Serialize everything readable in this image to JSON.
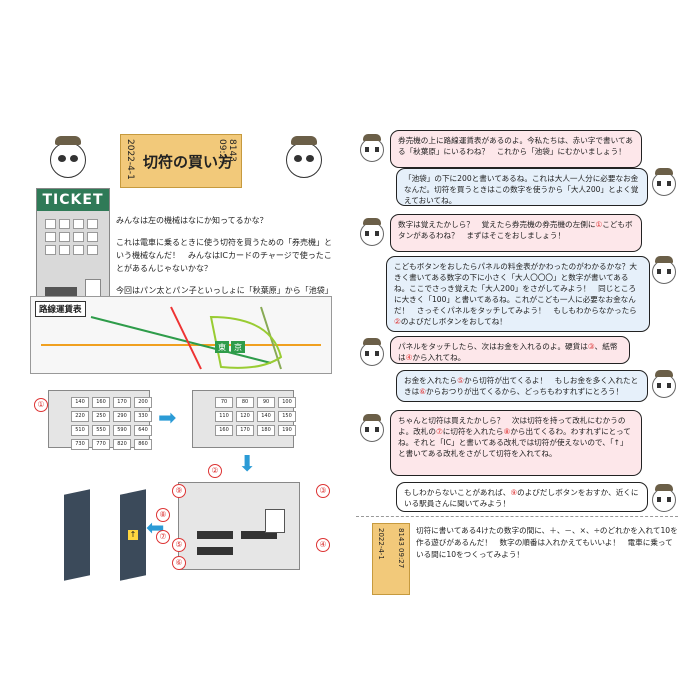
{
  "left": {
    "header": {
      "date": "2022-4-1",
      "title": "切符の買い方",
      "number": "8143 09:27"
    },
    "machine_label": "TICKET",
    "intro": [
      "みんなは左の機械はなにか知ってるかな？",
      "これは電車に乗るときに使う切符を買うための「券売機」という機械なんだ！　みんなはICカードのチャージで使ったことがあるんじゃないかな？",
      "今回はパン太とパン子といっしょに「秋葉原」から「池袋」にむかう切符を買ってみよう！"
    ],
    "map": {
      "title": "路線運賃表",
      "stations": [
        "東",
        "京"
      ]
    },
    "panel_a": [
      "140",
      "160",
      "170",
      "200",
      "220",
      "250",
      "290",
      "330",
      "510",
      "550",
      "590",
      "640",
      "730",
      "770",
      "820",
      "860"
    ],
    "panel_b": [
      "70",
      "80",
      "90",
      "100",
      "110",
      "120",
      "140",
      "150",
      "160",
      "170",
      "180",
      "190"
    ],
    "numbers": [
      "①",
      "②",
      "③",
      "④",
      "⑤",
      "⑥",
      "⑦",
      "⑧",
      "⑨"
    ]
  },
  "right": {
    "messages": [
      {
        "who": "left",
        "style": "pink",
        "text": "券売機の上に路線運賃表があるのよ。今私たちは、赤い字で書いてある「秋葉原」にいるわね？　これから「池袋」にむかいましょう！"
      },
      {
        "who": "right",
        "style": "blue",
        "text": "「池袋」の下に200と書いてあるね。これは大人一人分に必要なお金なんだ。切符を買うときはこの数字を使うから「大人200」とよく覚えておいてね。"
      },
      {
        "who": "left",
        "style": "pink",
        "text_pre": "数字は覚えたかしら？　覚えたら券売機の券売機の左側に",
        "red": "①",
        "text_post": "こどもボタンがあるわね？　まずはそこをおしましょう！"
      },
      {
        "who": "right",
        "style": "blue",
        "text_pre": "こどもボタンをおしたらパネルの料金表がかわったのがわかるかな？大きく書いてある数字の下に小さく「大人〇〇〇」と数字が書いてあるね。ここでさっき覚えた「大人200」をさがしてみよう！　同じところに大きく「100」と書いてあるね。これがこども一人に必要なお金なんだ！　さっそくパネルをタッチしてみよう！　もしもわからなかったら",
        "red": "②",
        "text_post": "のよびだしボタンをおしてね！"
      },
      {
        "who": "left",
        "style": "pink",
        "text_pre": "パネルをタッチしたら、次はお金を入れるのよ。硬貨は",
        "red": "③",
        "text_mid": "、紙幣は",
        "red2": "④",
        "text_post": "から入れてね。"
      },
      {
        "who": "right",
        "style": "blue",
        "text_pre": "お金を入れたら",
        "red": "⑤",
        "text_mid": "から切符が出てくるよ！　もしお金を多く入れたときは",
        "red2": "⑥",
        "text_post": "からおつりが出てくるから、どっちもわすれずにとろう！"
      },
      {
        "who": "left",
        "style": "pink",
        "text_pre": "ちゃんと切符は買えたかしら？　次は切符を持って改札にむかうのよ。改札の",
        "red": "⑦",
        "text_mid": "に切符を入れたら",
        "red2": "⑧",
        "text_post": "から出てくるわ。わすれずにとってね。それと「IC」と書いてある改札では切符が使えないので、「↑」と書いてある改札をさがして切符を入れてね。"
      },
      {
        "who": "right",
        "style": "white",
        "text_pre": "もしわからないことがあれば、",
        "red": "⑨",
        "text_post": "のよびだしボタンをおすか、近くにいる駅員さんに聞いてみよう！"
      }
    ],
    "footer": {
      "date": "2022-4-1",
      "number": "8143 09:27",
      "text": "切符に書いてある4けたの数字の間に、＋、－、×、÷のどれかを入れて10を作る遊びがあるんだ！　数字の順番は入れかえてもいいよ！　電車に乗っている間に10をつくってみよう！"
    }
  }
}
